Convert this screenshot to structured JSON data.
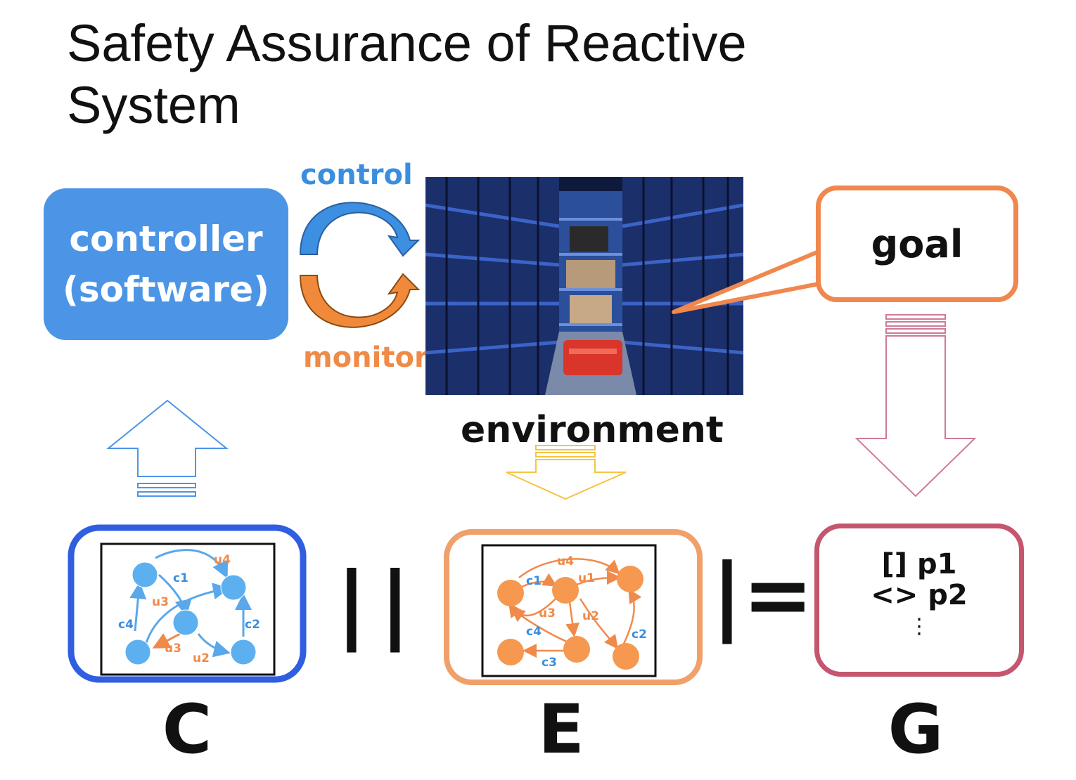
{
  "title_line1": "Safety Assurance of Reactive",
  "title_line2": "System",
  "controller": {
    "line1": "controller",
    "line2": "(software)"
  },
  "cycle": {
    "control_label": "control",
    "monitor_label": "monitor"
  },
  "environment_label": "environment",
  "goal_label": "goal",
  "operators": {
    "parallel": "||",
    "satisfies": "|="
  },
  "letters": {
    "c": "C",
    "e": "E",
    "g": "G"
  },
  "spec": {
    "line1": "[] p1",
    "line2": "<> p2",
    "ellipsis": "⋮"
  },
  "c_graph": {
    "labels": {
      "u4": "u4",
      "c1": "c1",
      "u3a": "u3",
      "c4": "c4",
      "c2": "c2",
      "u3b": "u3",
      "u2": "u2"
    }
  },
  "e_graph": {
    "labels": {
      "u4": "u4",
      "c1": "c1",
      "u1": "u1",
      "u3": "u3",
      "u2": "u2",
      "c4": "c4",
      "c2": "c2",
      "c3": "c3"
    }
  },
  "colors": {
    "controller_blue": "#4c95e6",
    "monitor_orange": "#f0874e",
    "spec_pink": "#c4566e",
    "env_blue": "#1f4fa0"
  }
}
